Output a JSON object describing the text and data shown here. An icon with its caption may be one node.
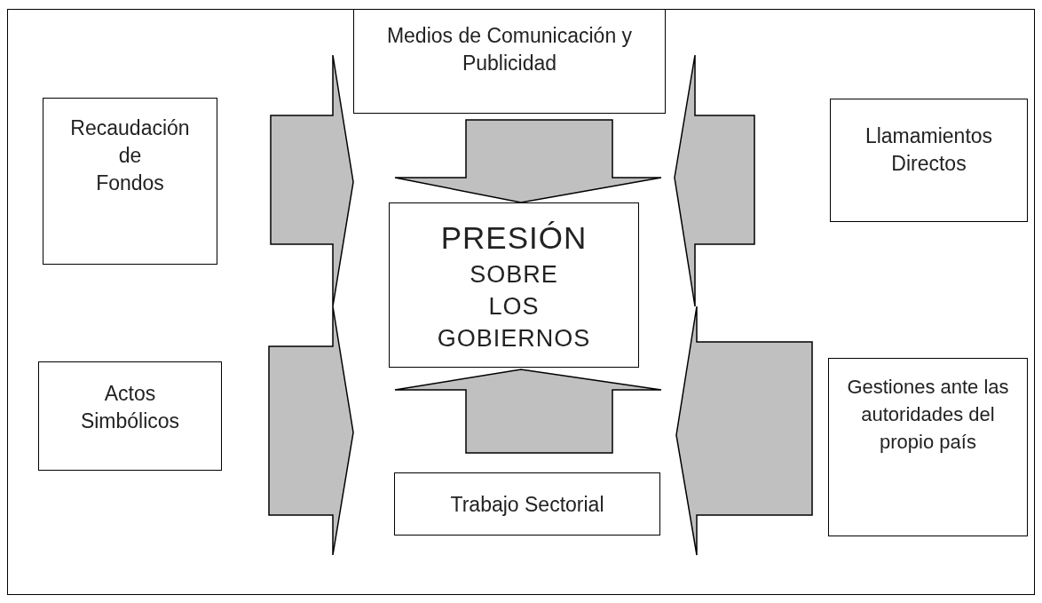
{
  "diagram": {
    "nodes": [
      {
        "text": [
          "Medios de Comunicación y Publicidad"
        ]
      },
      {
        "text": [
          "Recaudación de Fondos"
        ]
      },
      {
        "text": [
          "Llamamientos Directos"
        ]
      },
      {
        "text": [
          "PRESIÓN",
          "SOBRE LOS GOBIERNOS"
        ]
      },
      {
        "text": [
          "Actos Simbólicos"
        ]
      },
      {
        "text": [
          "Gestiones ante las autoridades del propio país"
        ]
      },
      {
        "text": [
          "Trabajo Sectorial"
        ]
      }
    ],
    "edges": [
      {
        "from": 0,
        "to": 3,
        "arrow": "to",
        "style": "thick"
      },
      {
        "from": 6,
        "to": 3,
        "arrow": "to",
        "style": "thick"
      },
      {
        "from": 1,
        "to": 3,
        "arrow": "to",
        "style": "thick"
      },
      {
        "from": 4,
        "to": 3,
        "arrow": "to",
        "style": "thick"
      },
      {
        "from": 2,
        "to": 3,
        "arrow": "to",
        "style": "thick"
      },
      {
        "from": 5,
        "to": 3,
        "arrow": "to",
        "style": "thick"
      }
    ]
  }
}
